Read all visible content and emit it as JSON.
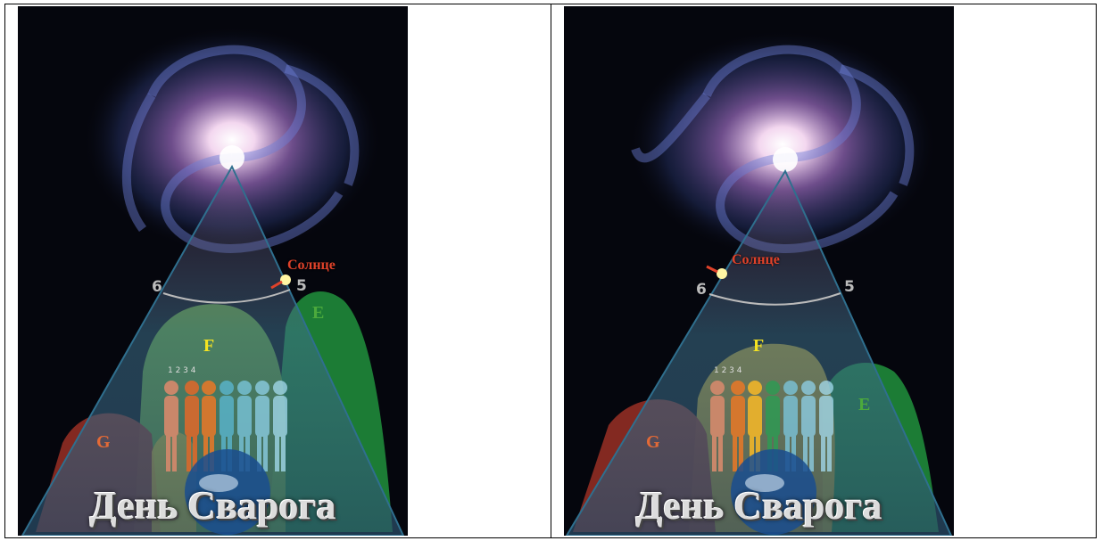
{
  "left": {
    "sun_label": "Солнце",
    "marker_left": "6",
    "marker_right": "5",
    "zone_e": "E",
    "zone_f": "F",
    "zone_g": "G",
    "body_numbers": "1 2 3 4",
    "title": "День Сварога"
  },
  "right": {
    "sun_label": "Солнце",
    "marker_left": "6",
    "marker_right": "5",
    "zone_e": "E",
    "zone_f": "F",
    "zone_g": "G",
    "body_numbers": "1 2 3 4",
    "title": "День Сварога"
  }
}
